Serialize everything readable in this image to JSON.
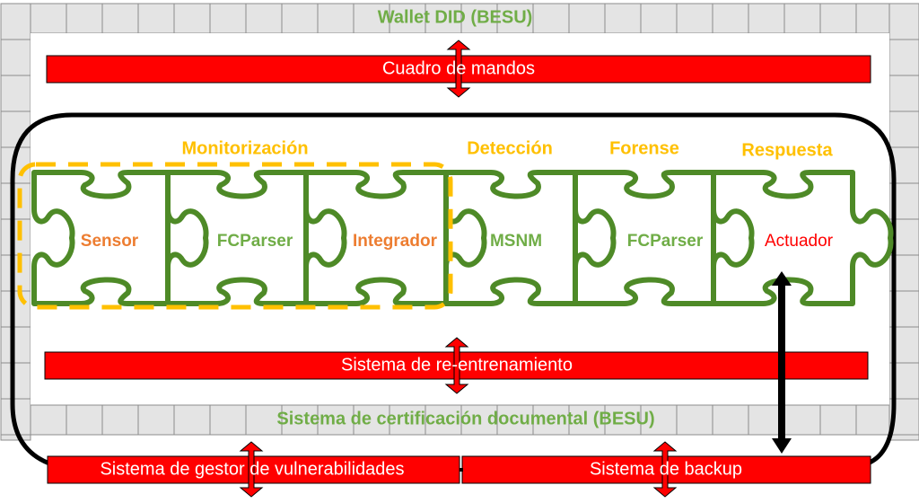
{
  "colors": {
    "brick_fill": "#e4e4e4",
    "brick_line": "#8c8c8c",
    "bar_red": "#ff0000",
    "puzzle_green": "#4e8a27",
    "label_green": "#70ad47",
    "label_orange": "#ed7d31",
    "label_yellow": "#ffc000",
    "label_red": "#ff0000",
    "frame_black": "#000000"
  },
  "wallet": {
    "label": "Wallet DID (BESU)"
  },
  "certificacion": {
    "label": "Sistema de certificación documental (BESU)"
  },
  "bars": {
    "cuadro": "Cuadro de mandos",
    "reentrenamiento": "Sistema de re-entrenamiento",
    "vulnerabilidades": "Sistema de gestor de vulnerabilidades",
    "backup": "Sistema de backup"
  },
  "group": {
    "label": "Monitorización"
  },
  "stages": [
    {
      "label": "Detección"
    },
    {
      "label": "Forense"
    },
    {
      "label": "Respuesta"
    }
  ],
  "pieces": [
    {
      "label": "Sensor",
      "color_key": "label_orange"
    },
    {
      "label": "FCParser",
      "color_key": "label_green"
    },
    {
      "label": "Integrador",
      "color_key": "label_orange"
    },
    {
      "label": "MSNM",
      "color_key": "label_green"
    },
    {
      "label": "FCParser",
      "color_key": "label_green"
    },
    {
      "label": "Actuador",
      "color_key": "label_red"
    }
  ]
}
